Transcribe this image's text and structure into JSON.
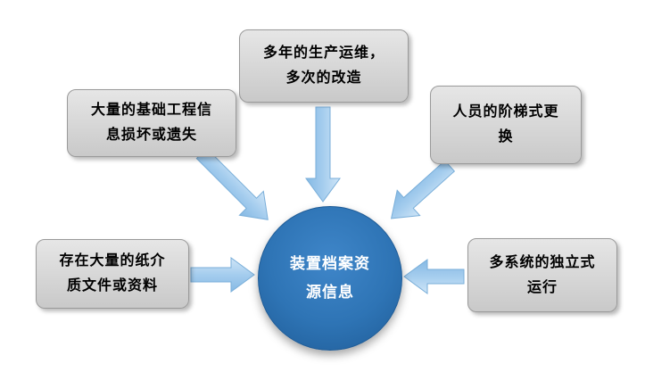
{
  "colors": {
    "center_circle_blue": "#2e74b5",
    "box_gray": "#d9d9d9",
    "arrow_light_blue": "#9dc3e6",
    "box_text": "#000000",
    "center_text": "#ffffff"
  },
  "center": {
    "lines": [
      "装置档案资",
      "源信息"
    ]
  },
  "boxes": [
    {
      "id": "top",
      "lines": [
        "多年的生产运维，",
        "多次的改造"
      ]
    },
    {
      "id": "upper-left",
      "lines": [
        "大量的基础工程信",
        "息损坏或遗失"
      ]
    },
    {
      "id": "upper-right",
      "lines": [
        "人员的阶梯式更",
        "换"
      ]
    },
    {
      "id": "left",
      "lines": [
        "存在大量的纸介",
        "质文件或资料"
      ]
    },
    {
      "id": "right",
      "lines": [
        "多系统的独立式",
        "运行"
      ]
    }
  ]
}
